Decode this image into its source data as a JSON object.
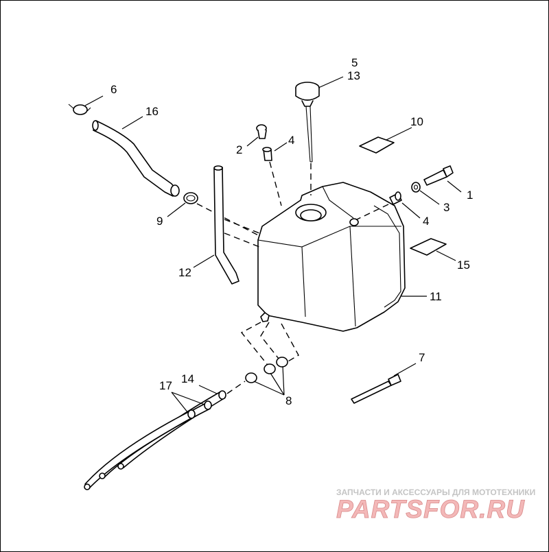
{
  "diagram": {
    "callouts": {
      "c1": "1",
      "c2": "2",
      "c3": "3",
      "c4a": "4",
      "c4b": "4",
      "c5": "5",
      "c6": "6",
      "c7": "7",
      "c8": "8",
      "c9": "9",
      "c10": "10",
      "c11": "11",
      "c12": "12",
      "c13": "13",
      "c14": "14",
      "c15": "15",
      "c16": "16",
      "c17": "17"
    }
  },
  "watermark": {
    "tagline": "ЗАПЧАСТИ И АКСЕССУАРЫ ДЛЯ МОТОТЕХНИКИ",
    "brand": "PARTSFOR.RU"
  },
  "colors": {
    "line": "#000000",
    "background": "#ffffff",
    "watermark_brand": "#f3b8b8",
    "watermark_tagline": "#c4c4c4"
  }
}
